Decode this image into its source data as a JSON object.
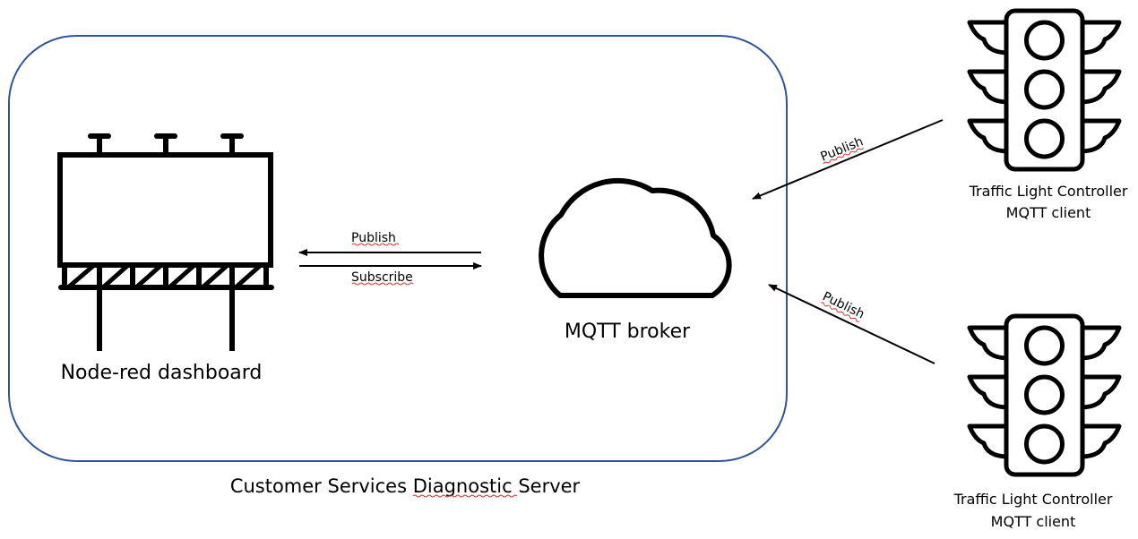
{
  "diagram": {
    "colors": {
      "container_border": "#2f5597",
      "stroke": "#000000",
      "spellcheck_underline": "#e03030"
    },
    "container": {
      "label": "Customer Services Diagnostic Server"
    },
    "nodes": {
      "dashboard": {
        "label": "Node-red dashboard",
        "icon": "billboard-icon"
      },
      "broker": {
        "label": "MQTT broker",
        "icon": "cloud-icon"
      },
      "client_top": {
        "label_line1": "Traffic Light Controller",
        "label_line2": "MQTT client",
        "icon": "traffic-light-icon"
      },
      "client_bottom": {
        "label_line1": "Traffic Light Controller",
        "label_line2": "MQTT client",
        "icon": "traffic-light-icon"
      }
    },
    "edges": [
      {
        "from": "broker",
        "to": "dashboard",
        "label": "Publish"
      },
      {
        "from": "dashboard",
        "to": "broker",
        "label": "Subscribe"
      },
      {
        "from": "client_top",
        "to": "broker",
        "label": "Publish"
      },
      {
        "from": "client_bottom",
        "to": "broker",
        "label": "Publish"
      }
    ]
  }
}
